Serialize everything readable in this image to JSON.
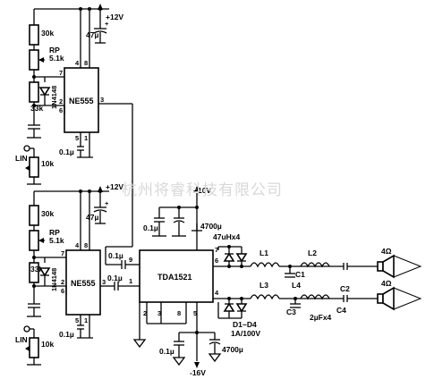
{
  "upper_osc": {
    "supply": "+12V",
    "r_top": "30k",
    "rp_name": "RP",
    "rp_value": "5.1k",
    "r_mid": "33k",
    "diode": "1N4148",
    "chip": "NE555",
    "cap_supply": "47µ",
    "cap_timing": "0.1µ",
    "pot": "10k",
    "input": "LIN",
    "pins": {
      "p4": "4",
      "p8": "8",
      "p7": "7",
      "p2": "2",
      "p6": "6",
      "p3": "3",
      "p5": "5",
      "p1": "1"
    }
  },
  "lower_osc": {
    "supply": "+12V",
    "r_top": "30k",
    "rp_name": "RP",
    "rp_value": "5.1k",
    "r_mid": "33k",
    "diode": "1N4148",
    "chip": "NE555",
    "cap_supply": "47µ",
    "cap_timing": "0.1µ",
    "pot": "10k",
    "input": "LIN",
    "pins": {
      "p4": "4",
      "p8": "8",
      "p7": "7",
      "p2": "2",
      "p6": "6",
      "p3": "3",
      "p5": "5",
      "p1": "1"
    }
  },
  "amp": {
    "chip": "TDA1521",
    "pos_supply": "+16V",
    "neg_supply": "-16V",
    "cap_small_top": "0.1µ",
    "cap_big_top": "4700µ",
    "cap_small_bot": "0.1µ",
    "cap_big_bot": "4700µ",
    "in_cap_top": "0.1µ",
    "in_cap_bot": "0.1µ",
    "pins": {
      "p9": "9",
      "p1": "1",
      "p6": "6",
      "p4": "4",
      "p2": "2",
      "p3": "3",
      "p8": "8",
      "p5": "5",
      "p7": "7"
    }
  },
  "output": {
    "inductor_note": "47uHx4",
    "diodes": "D1~D4",
    "diode_rating": "1A/100V",
    "caps_note": "2µFx4",
    "L1": "L1",
    "L2": "L2",
    "L3": "L3",
    "L4": "L4",
    "C1": "C1",
    "C2": "C2",
    "C3": "C3",
    "C4": "C4",
    "speaker_top": "4Ω",
    "speaker_bot": "4Ω"
  },
  "watermark": "杭州将睿科技有限公司"
}
